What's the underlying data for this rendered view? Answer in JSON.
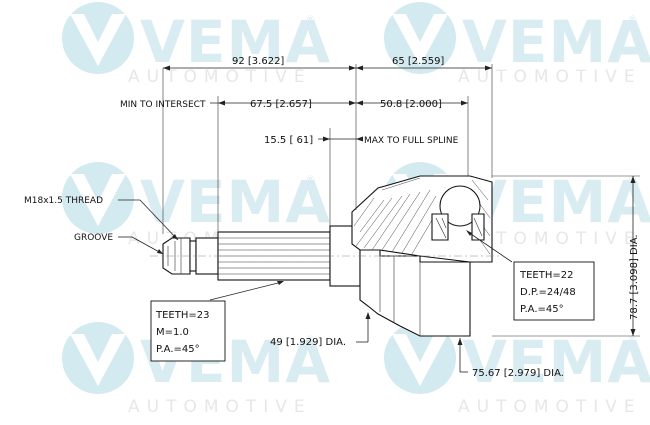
{
  "watermark": {
    "brand_letters": "VEMA",
    "brand_sub": "AUTOMOTIVE",
    "registered": "®"
  },
  "dimensions": {
    "overall_left": "92 [3.622]",
    "overall_right": "65 [2.559]",
    "min_to_intersect_label": "MIN TO INTERSECT",
    "min_to_intersect_value": "67.5 [2.657]",
    "right_inner": "50.8 [2.000]",
    "max_to_full_spline_value": "15.5 [ 61]",
    "max_to_full_spline_label": "MAX TO FULL SPLINE",
    "outer_dia": "78.7 [3.098] DIA.",
    "shaft_dia": "49 [1.929] DIA.",
    "bell_dia": "75.67 [2.979] DIA."
  },
  "labels": {
    "thread": "M18x1.5 THREAD",
    "groove": "GROOVE"
  },
  "spec_left": {
    "line1": "TEETH=23",
    "line2": "M=1.0",
    "line3": "P.A.=45°"
  },
  "spec_right": {
    "line1": "TEETH=22",
    "line2": "D.P.=24/48",
    "line3": "P.A.=45°"
  }
}
